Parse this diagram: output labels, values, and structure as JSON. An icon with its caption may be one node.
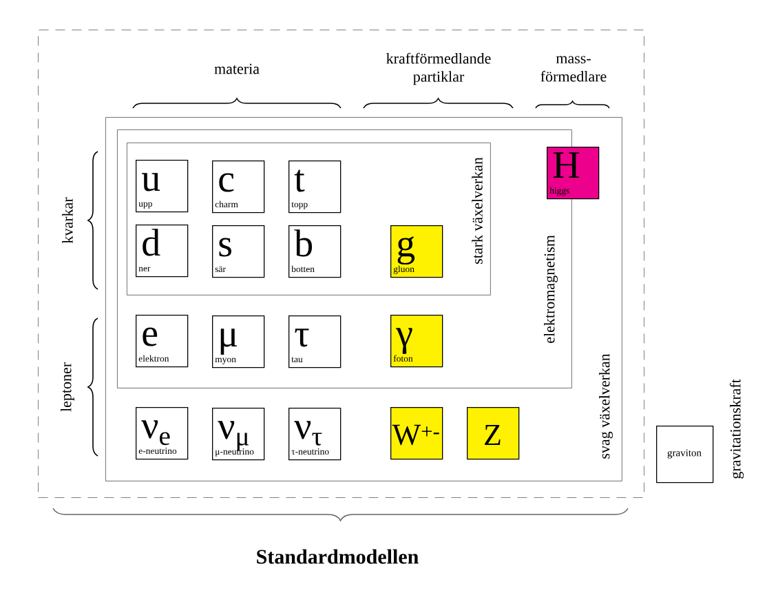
{
  "diagram": {
    "nodes": [
      {
        "text": [],
        "shape": "box"
      },
      {
        "text": [
          "svag växelverkan"
        ],
        "in": 0
      },
      {
        "text": [
          "elektromagnetism"
        ],
        "in": 1
      },
      {
        "text": [
          "stark växelverkan"
        ],
        "in": 2
      },
      {
        "text": [
          "u",
          "upp"
        ],
        "in": 3
      },
      {
        "text": [
          "c",
          "charm"
        ],
        "in": 3
      },
      {
        "text": [
          "t",
          "topp"
        ],
        "in": 3
      },
      {
        "text": [
          "d",
          "ner"
        ],
        "in": 3
      },
      {
        "text": [
          "s",
          "sär"
        ],
        "in": 3
      },
      {
        "text": [
          "b",
          "botten"
        ],
        "in": 3
      },
      {
        "text": [
          "g",
          "gluon"
        ],
        "in": 3
      },
      {
        "text": [
          "e",
          "elektron"
        ],
        "in": 2
      },
      {
        "text": [
          "μ",
          "myon"
        ],
        "in": 2
      },
      {
        "text": [
          "τ",
          "tau"
        ],
        "in": 2
      },
      {
        "text": [
          "γ",
          "foton"
        ],
        "in": 2
      },
      {
        "text": [
          "ν$_{e}$",
          "e-neutrino"
        ],
        "in": 1
      },
      {
        "text": [
          "ν$_{μ}$",
          "μ-neutrino"
        ],
        "in": 1
      },
      {
        "text": [
          "ν$_{τ}$",
          "τ-neutrino"
        ],
        "in": 1
      },
      {
        "text": [
          "W$^{+-}$"
        ],
        "in": 1
      },
      {
        "text": [
          "Z"
        ],
        "in": 1
      },
      {
        "text": [
          "H",
          "higgs"
        ],
        "in": 1
      },
      {
        "text": [
          "graviton"
        ],
        "beside": [
          "gravitationskraft"
        ]
      }
    ],
    "labels": [
      "kraftförmedlande partiklar",
      "mass- förmedlare",
      "materia",
      "kvarkar",
      "leptoner",
      "Standardmodellen"
    ]
  }
}
